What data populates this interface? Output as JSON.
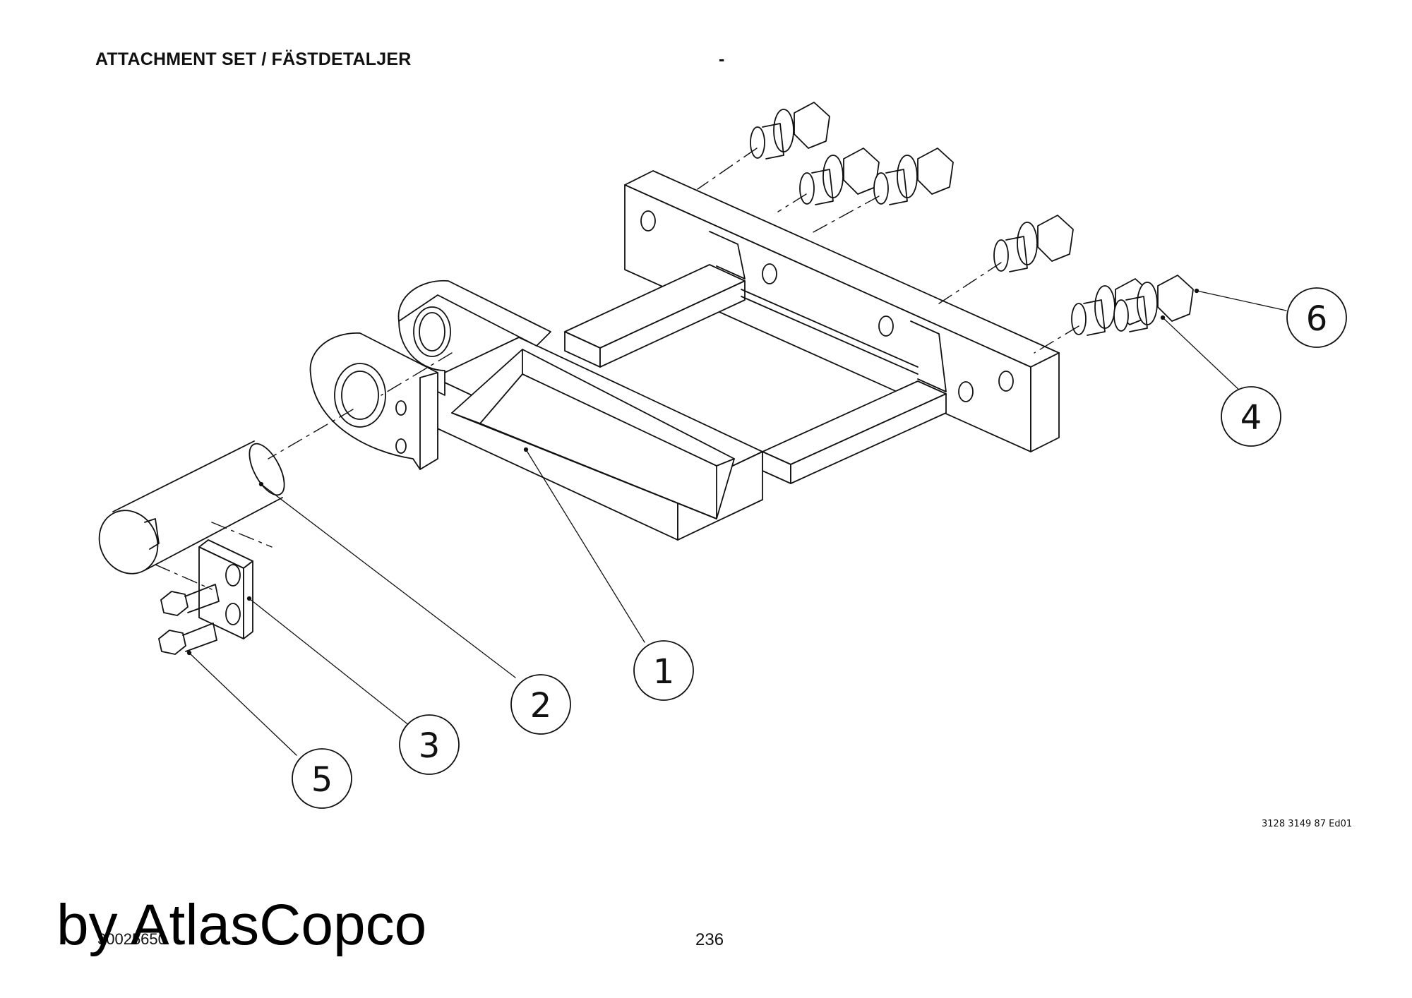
{
  "header": {
    "title": "ATTACHMENT SET / FÄSTDETALJER",
    "dash": "-"
  },
  "callouts": [
    {
      "id": "1",
      "label": "1"
    },
    {
      "id": "2",
      "label": "2"
    },
    {
      "id": "3",
      "label": "3"
    },
    {
      "id": "4",
      "label": "4"
    },
    {
      "id": "5",
      "label": "5"
    },
    {
      "id": "6",
      "label": "6"
    }
  ],
  "footer": {
    "doc_ref": "3128 3149 87 Ed01",
    "drawing_no": "30025650",
    "page_number": "236",
    "watermark": "by AtlasCopco"
  }
}
